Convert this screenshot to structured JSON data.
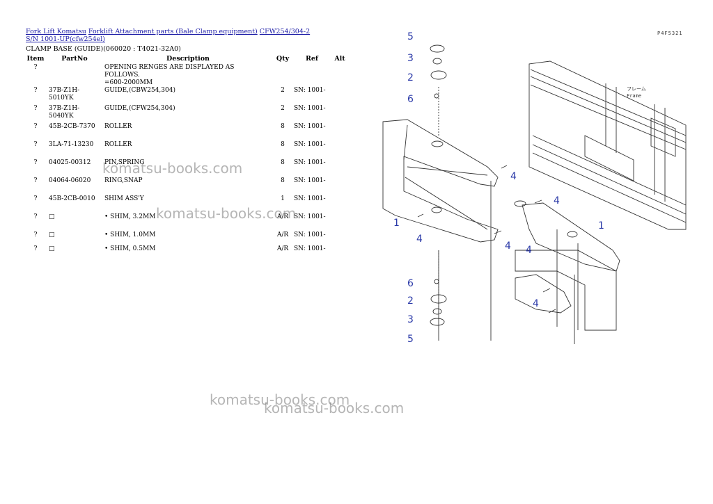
{
  "breadcrumb": {
    "links": [
      "Fork Lift Komatsu",
      "Forklift Attachment parts (Bale Clamp equipment)",
      "CFW254/304-2 S/N 1001-UP(cfw254el)"
    ]
  },
  "subtitle": "CLAMP BASE (GUIDE)(060020 : T4021-32A0)",
  "table": {
    "headers": [
      "Item",
      "PartNo",
      "Description",
      "Qty",
      "Ref",
      "Alt"
    ],
    "rows": [
      {
        "item": "?",
        "part": "",
        "desc": "OPENING RENGES ARE DISPLAYED AS FOLLOWS.",
        "desc2": "=600-2000MM",
        "qty": "",
        "ref": ""
      },
      {
        "item": "?",
        "part": "37B-Z1H-5010YK",
        "desc": "GUIDE,(CBW254,304)",
        "desc2": "",
        "qty": "2",
        "ref": "SN: 1001-"
      },
      {
        "item": "?",
        "part": "37B-Z1H-5040YK",
        "desc": "GUIDE,(CFW254,304)",
        "desc2": "",
        "qty": "2",
        "ref": "SN: 1001-"
      },
      {
        "item": "?",
        "part": "45B-2CB-7370",
        "desc": "ROLLER",
        "desc2": "",
        "qty": "8",
        "ref": "SN: 1001-"
      },
      {
        "item": "?",
        "part": "3LA-71-13230",
        "desc": "ROLLER",
        "desc2": "",
        "qty": "8",
        "ref": "SN: 1001-"
      },
      {
        "item": "?",
        "part": "04025-00312",
        "desc": "PIN,SPRING",
        "desc2": "",
        "qty": "8",
        "ref": "SN: 1001-"
      },
      {
        "item": "?",
        "part": "04064-06020",
        "desc": "RING,SNAP",
        "desc2": "",
        "qty": "8",
        "ref": "SN: 1001-"
      },
      {
        "item": "?",
        "part": "45B-2CB-0010",
        "desc": "SHIM ASS'Y",
        "desc2": "",
        "qty": "1",
        "ref": "SN: 1001-"
      },
      {
        "item": "?",
        "part": "",
        "desc": "• SHIM, 3.2MM",
        "desc2": "",
        "qty": "A/R",
        "ref": "SN: 1001-"
      },
      {
        "item": "?",
        "part": "",
        "desc": "• SHIM, 1.0MM",
        "desc2": "",
        "qty": "A/R",
        "ref": "SN: 1001-"
      },
      {
        "item": "?",
        "part": "",
        "desc": "• SHIM, 0.5MM",
        "desc2": "",
        "qty": "A/R",
        "ref": "SN: 1001-"
      }
    ]
  },
  "watermarks": [
    "komatsu-books.com",
    "komatsu-books.com",
    "komatsu-books.com",
    "komatsu-books.com"
  ],
  "diagram": {
    "code": "P4F5321",
    "note_line1": "フレーム",
    "note_line2": "Frame",
    "callouts": [
      "5",
      "3",
      "2",
      "6",
      "4",
      "4",
      "1",
      "1",
      "4",
      "4",
      "4",
      "6",
      "2",
      "3",
      "5",
      "4"
    ]
  }
}
